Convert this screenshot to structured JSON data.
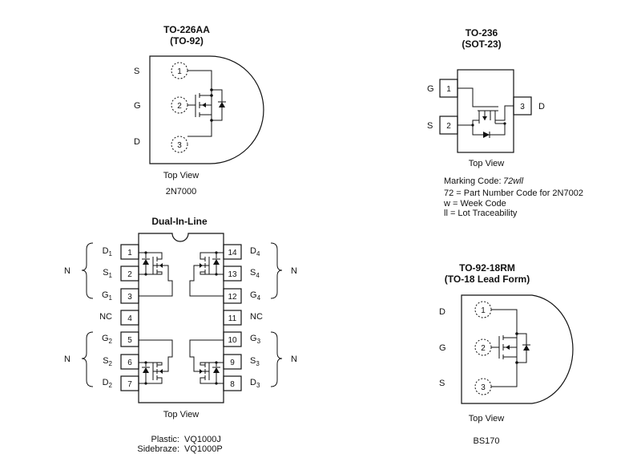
{
  "to92": {
    "title1": "TO-226AA",
    "title2": "(TO-92)",
    "pins": [
      {
        "label": "S",
        "num": "1"
      },
      {
        "label": "G",
        "num": "2"
      },
      {
        "label": "D",
        "num": "3"
      }
    ],
    "view": "Top View",
    "part": "2N7000"
  },
  "sot23": {
    "title1": "TO-236",
    "title2": "(SOT-23)",
    "pins": [
      {
        "label": "G",
        "num": "1"
      },
      {
        "label": "S",
        "num": "2"
      },
      {
        "label": "D",
        "num": "3"
      }
    ],
    "view": "Top View",
    "marking_label": "Marking Code:",
    "marking_value": "72wll",
    "legend": [
      "72 = Part Number Code for 2N7002",
      "w = Week Code",
      "ll = Lot Traceability"
    ]
  },
  "dip": {
    "title": "Dual-In-Line",
    "left_pins": [
      {
        "num": "1",
        "label": "D",
        "sub": "1"
      },
      {
        "num": "2",
        "label": "S",
        "sub": "1"
      },
      {
        "num": "3",
        "label": "G",
        "sub": "1"
      },
      {
        "num": "4",
        "label": "NC",
        "sub": ""
      },
      {
        "num": "5",
        "label": "G",
        "sub": "2"
      },
      {
        "num": "6",
        "label": "S",
        "sub": "2"
      },
      {
        "num": "7",
        "label": "D",
        "sub": "2"
      }
    ],
    "right_pins": [
      {
        "num": "14",
        "label": "D",
        "sub": "4"
      },
      {
        "num": "13",
        "label": "S",
        "sub": "4"
      },
      {
        "num": "12",
        "label": "G",
        "sub": "4"
      },
      {
        "num": "11",
        "label": "NC",
        "sub": ""
      },
      {
        "num": "10",
        "label": "G",
        "sub": "3"
      },
      {
        "num": "9",
        "label": "S",
        "sub": "3"
      },
      {
        "num": "8",
        "label": "D",
        "sub": "3"
      }
    ],
    "channel_label": "N",
    "view": "Top View",
    "plastic_label": "Plastic:",
    "plastic_part": "VQ1000J",
    "sidebraze_label": "Sidebraze:",
    "sidebraze_part": "VQ1000P"
  },
  "to92rm": {
    "title1": "TO-92-18RM",
    "title2": "(TO-18 Lead Form)",
    "pins": [
      {
        "label": "D",
        "num": "1"
      },
      {
        "label": "G",
        "num": "2"
      },
      {
        "label": "S",
        "num": "3"
      }
    ],
    "view": "Top View",
    "part": "BS170"
  }
}
